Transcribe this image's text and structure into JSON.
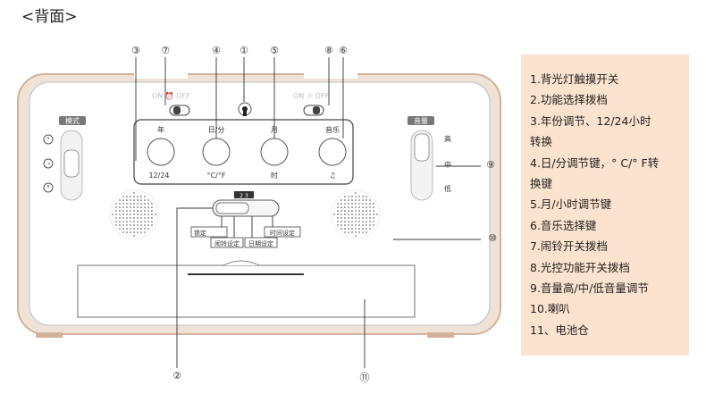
{
  "title": "<背面>",
  "callouts": [
    "③",
    "⑦",
    "④",
    "①",
    "⑤",
    "⑧",
    "⑥",
    "⑨",
    "⑩",
    "②",
    "⑪"
  ],
  "device": {
    "left_slider_label": "模式",
    "right_slider_label": "音量",
    "volume_levels": [
      "高",
      "中",
      "低"
    ],
    "alarm_switch": "ON  ⏰ OFF",
    "light_switch": "ON ☼ OFF",
    "buttons_top": [
      "年",
      "日/分",
      "月",
      "音乐"
    ],
    "buttons_bottom": [
      "12/24",
      "°C/°F",
      "时",
      "♫"
    ],
    "mode_top": "2 3",
    "mode_labels": [
      "锁定",
      "闹铃设定",
      "日期设定",
      "时间设定"
    ]
  },
  "legend": [
    "1.背光灯触摸开关",
    "2.功能选择拨档",
    "3.年份调节、12/24小时",
    "转换",
    "4.日/分调节键，° C/° F转",
    "换键",
    "5.月/小时调节键",
    "6.音乐选择键",
    "7.闹铃开关拨档",
    "8.光控功能开关拨档",
    "9.音量高/中/低音量调节",
    "10.喇叭",
    "11、电池仓"
  ],
  "colors": {
    "legend_bg": "#fbe3cf",
    "frame": "#d8b8a0",
    "body": "#ffffff"
  }
}
